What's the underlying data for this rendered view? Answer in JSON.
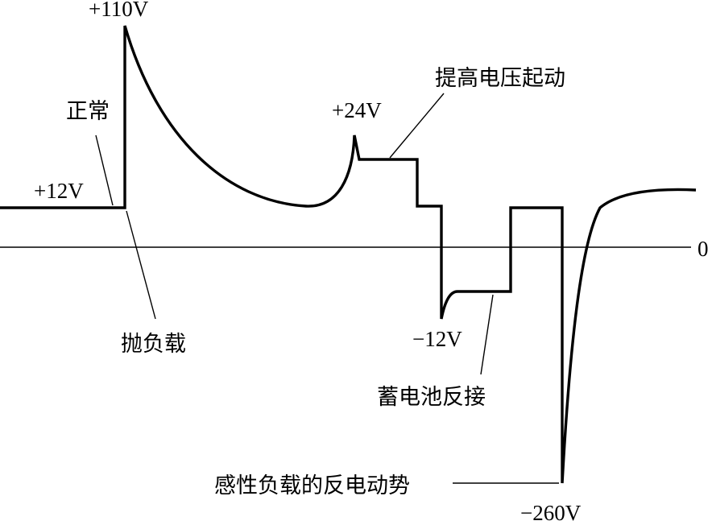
{
  "labels": {
    "peak_110": "+110V",
    "normal": "正常",
    "plus_12": "+12V",
    "load_dump": "抛负载",
    "plus_24": "+24V",
    "raise_voltage_start": "提高电压起动",
    "minus_12": "−12V",
    "battery_reverse": "蓄电池反接",
    "inductive_back_emf": "感性负载的反电动势",
    "minus_260": "−260V",
    "zero": "0"
  },
  "colors": {
    "line": "#000000",
    "background": "#ffffff"
  }
}
